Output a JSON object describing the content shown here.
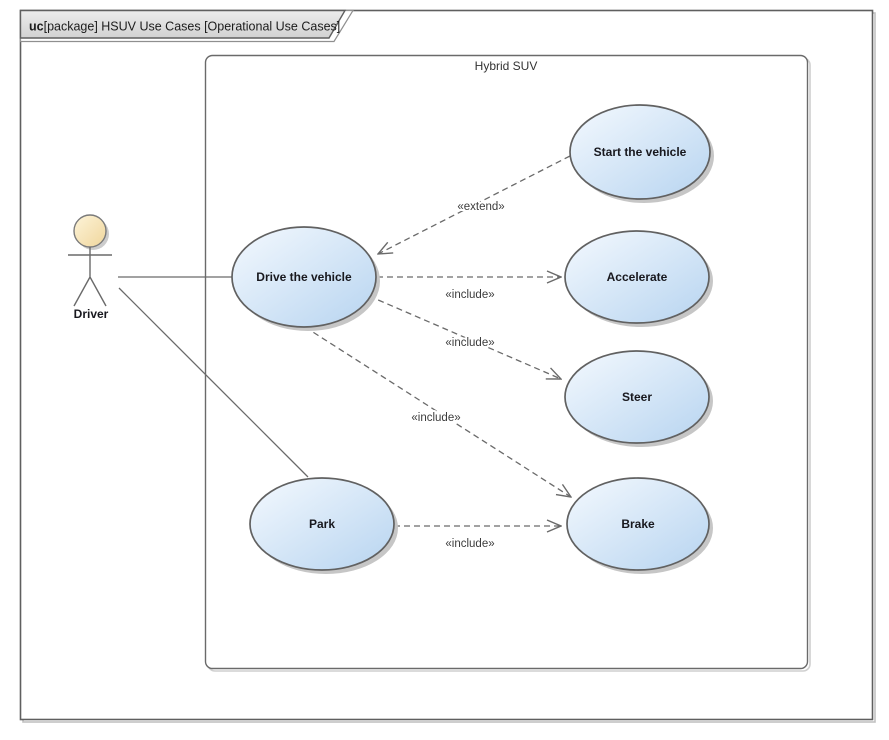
{
  "frame": {
    "keyword": "uc",
    "title": "[package] HSUV Use Cases [Operational Use Cases]"
  },
  "system_boundary": {
    "label": "Hybrid SUV"
  },
  "actor": {
    "name": "Driver"
  },
  "use_cases": {
    "start": {
      "label": "Start the vehicle"
    },
    "drive": {
      "label": "Drive the vehicle"
    },
    "accelerate": {
      "label": "Accelerate"
    },
    "steer": {
      "label": "Steer"
    },
    "park": {
      "label": "Park"
    },
    "brake": {
      "label": "Brake"
    }
  },
  "connectors": {
    "extend_start_to_drive": {
      "label": "«extend»",
      "from": "Start the vehicle",
      "to": "Drive the vehicle"
    },
    "include_drive_accelerate": {
      "label": "«include»",
      "from": "Drive the vehicle",
      "to": "Accelerate"
    },
    "include_drive_steer": {
      "label": "«include»",
      "from": "Drive the vehicle",
      "to": "Steer"
    },
    "include_drive_brake": {
      "label": "«include»",
      "from": "Drive the vehicle",
      "to": "Brake"
    },
    "include_park_brake": {
      "label": "«include»",
      "from": "Park",
      "to": "Brake"
    }
  },
  "associations": [
    {
      "from": "Driver",
      "to": "Drive the vehicle"
    },
    {
      "from": "Driver",
      "to": "Park"
    }
  ],
  "colors": {
    "use_case_fill_light": "#f0f7fd",
    "use_case_fill_dark": "#bad6f1",
    "use_case_border": "#616161",
    "actor_head_fill": "#f7e4b2",
    "connector_line": "#6a6a6a",
    "tab_fill": "#e2e2e2",
    "shadow": "#c6c6c6"
  }
}
